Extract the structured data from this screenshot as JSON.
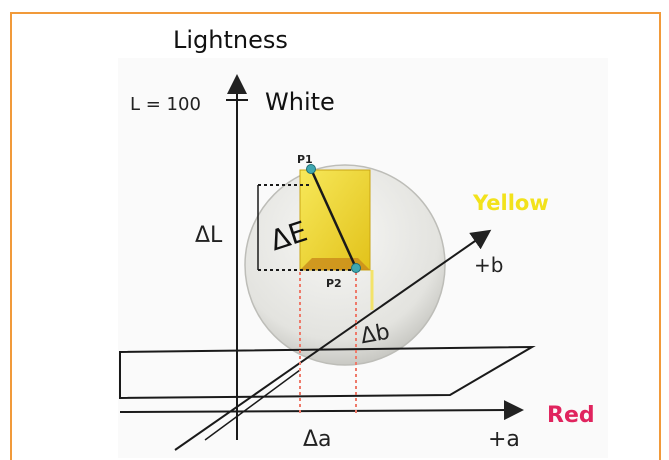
{
  "labels": {
    "lightness": "Lightness",
    "l100": "L = 100",
    "white": "White",
    "p1": "P1",
    "p2": "P2",
    "delta_e": "ΔE",
    "delta_l": "ΔL",
    "delta_b": "Δb",
    "plus_b": "+b",
    "yellow": "Yellow",
    "delta_a": "Δa",
    "plus_a": "+a",
    "red": "Red"
  },
  "colors": {
    "frame": "#f19a3a",
    "yellow_text": "#f2e21b",
    "red_text": "#e0245e",
    "marker": "#3fa7b0",
    "box_yellow": "#f3dc2f",
    "sphere": "#dcdcd8"
  }
}
